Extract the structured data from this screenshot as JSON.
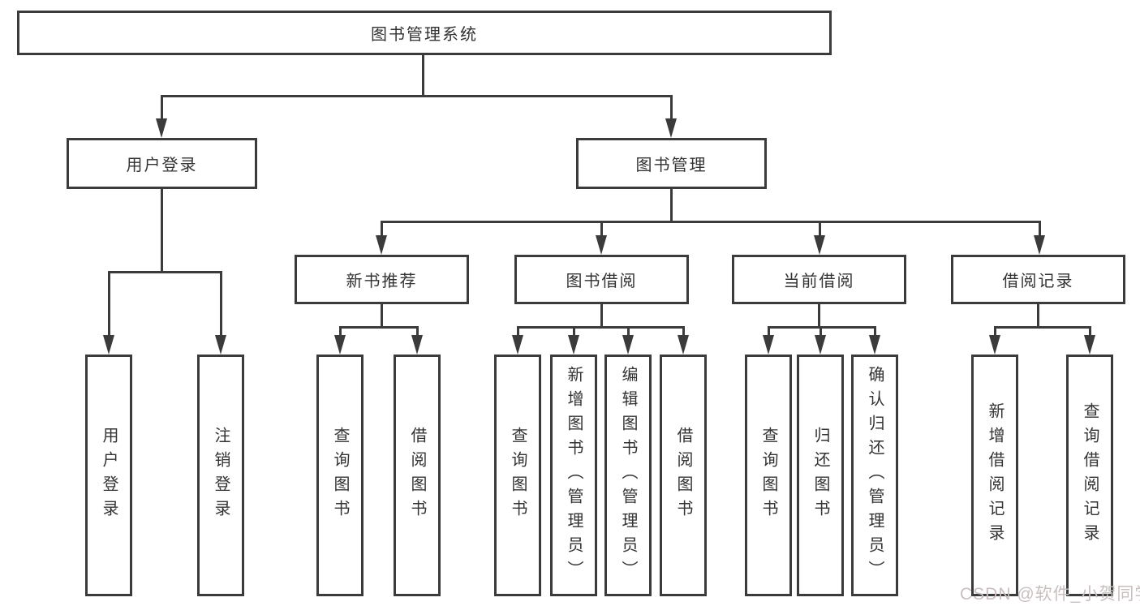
{
  "tree": {
    "root": "图书管理系统",
    "branches": [
      {
        "label": "用户登录",
        "children": [
          "用户登录",
          "注销登录"
        ]
      },
      {
        "label": "图书管理",
        "groups": [
          {
            "label": "新书推荐",
            "children": [
              "查询图书",
              "借阅图书"
            ]
          },
          {
            "label": "图书借阅",
            "children": [
              "查询图书",
              "新增图书（管理员）",
              "编辑图书（管理员）",
              "借阅图书"
            ]
          },
          {
            "label": "当前借阅",
            "children": [
              "查询图书",
              "归还图书",
              "确认归还（管理员）"
            ]
          },
          {
            "label": "借阅记录",
            "children": [
              "新增借阅记录",
              "查询借阅记录"
            ]
          }
        ]
      }
    ]
  },
  "watermark": {
    "text": "CSDN @软件_小贺同学"
  },
  "colors": {
    "line": "#3b3b3b",
    "text": "#333333",
    "background": "#ffffff",
    "watermark": "#c9bfbf"
  }
}
